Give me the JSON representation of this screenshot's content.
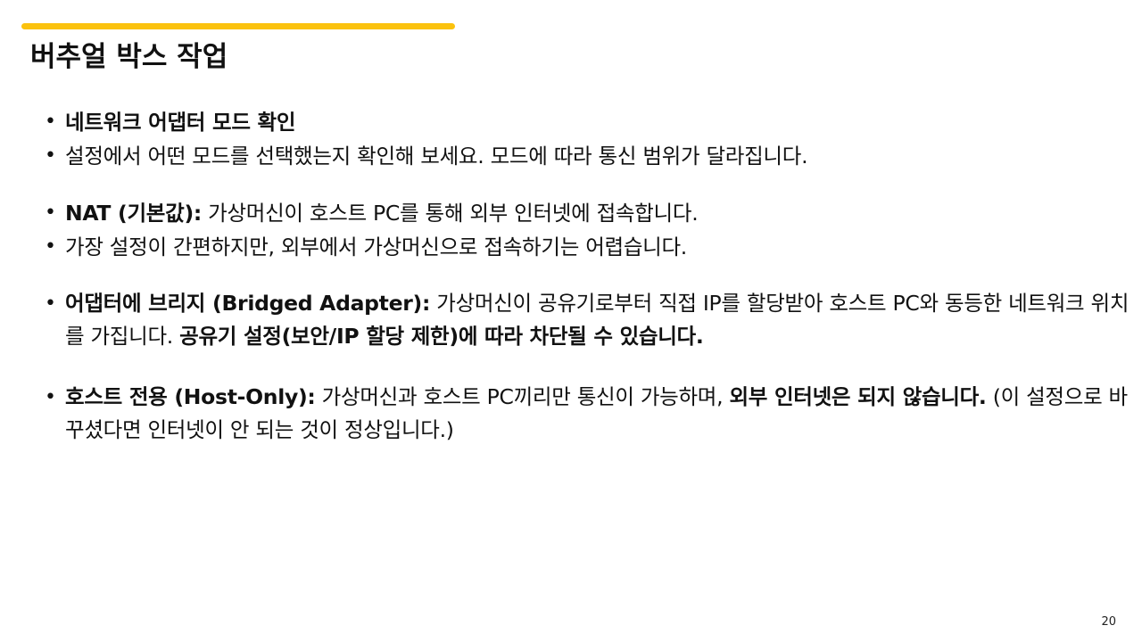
{
  "slide": {
    "title": "버추얼 박스 작업",
    "accent_color": "#FBC20E",
    "page_number": "20"
  },
  "bullets": [
    {
      "bold": "네트워크 어댑터 모드 확인",
      "text": ""
    },
    {
      "bold": "",
      "text": "설정에서 어떤 모드를 선택했는지 확인해 보세요. 모드에 따라 통신 범위가 달라집니다."
    },
    {
      "bold": "NAT (기본값):",
      "text": " 가상머신이 호스트 PC를 통해 외부 인터넷에 접속합니다."
    },
    {
      "bold": "",
      "text": "가장 설정이 간편하지만, 외부에서 가상머신으로 접속하기는 어렵습니다."
    },
    {
      "bold": "어댑터에 브리지 (Bridged Adapter):",
      "text": " 가상머신이 공유기로부터 직접 IP를 할당받아 호스트 PC와 동등한 네트워크 위치를 가집니다. ",
      "bold_tail": "공유기 설정(보안/IP 할당 제한)에 따라 차단될 수 있습니다."
    },
    {
      "bold": "호스트 전용 (Host-Only):",
      "text": " 가상머신과 호스트 PC끼리만 통신이 가능하며, ",
      "bold_tail": "외부 인터넷은 되지 않습니다.",
      "tail": " (이 설정으로 바꾸셨다면 인터넷이 안 되는 것이 정상입니다.)"
    }
  ],
  "bullet_glyph": "•"
}
